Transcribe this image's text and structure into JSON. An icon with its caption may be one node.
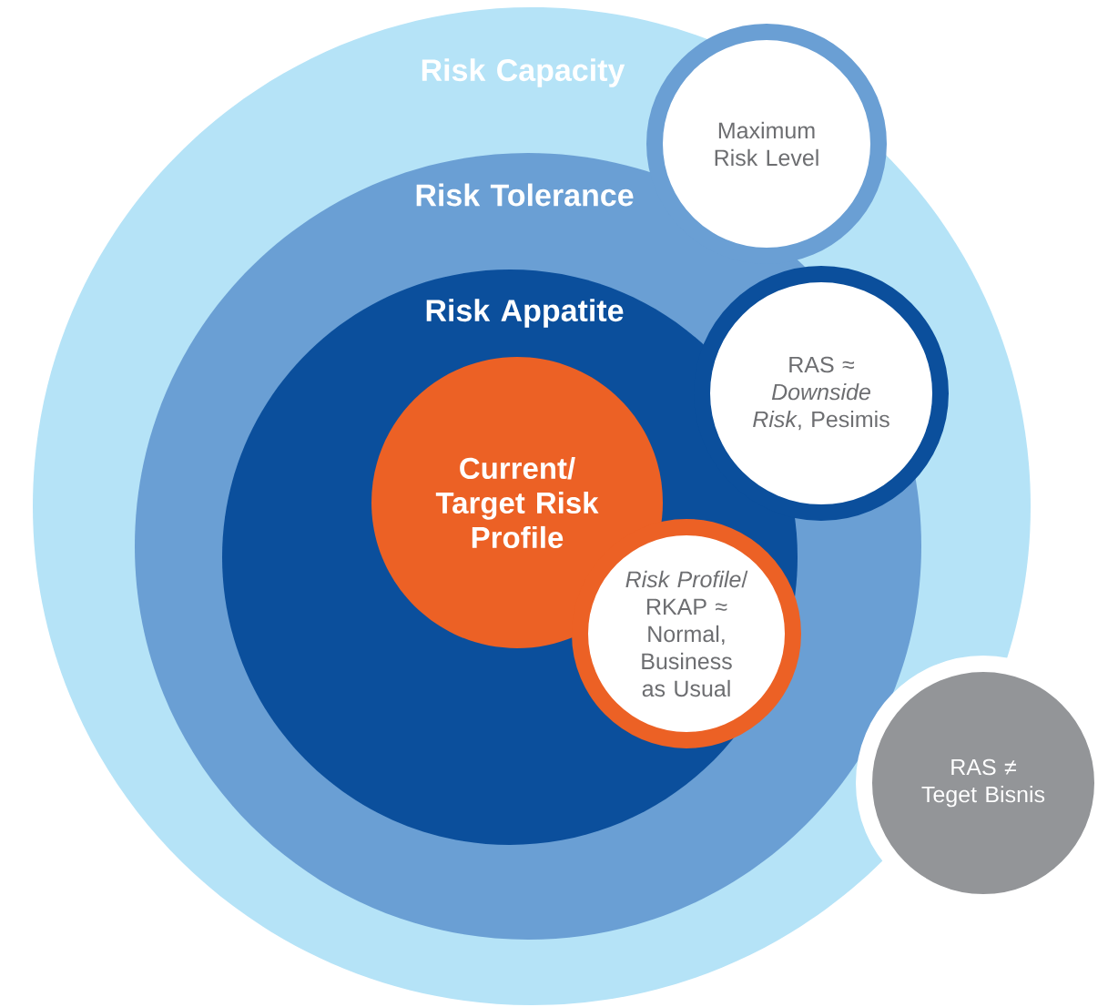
{
  "diagram": {
    "nodes": [
      {
        "text": [
          "Risk Capacity"
        ]
      },
      {
        "text": [
          "Risk Tolerance"
        ],
        "in": 0
      },
      {
        "text": [
          "Risk Appatite"
        ],
        "in": 1
      },
      {
        "text": [
          "Current/ Target Risk Profile"
        ],
        "in": 2
      },
      {
        "text": [
          "Maximum Risk Level"
        ],
        "in": 0
      },
      {
        "text": [
          "RAS ≈ *Downside Risk*, Pesimis"
        ],
        "in": 0
      },
      {
        "text": [
          "*Risk Profile*/ RKAP ≈ Normal, Business as Usual"
        ],
        "in": 2
      },
      {
        "text": [
          "RAS ≠ Teget Bisnis"
        ]
      }
    ]
  }
}
